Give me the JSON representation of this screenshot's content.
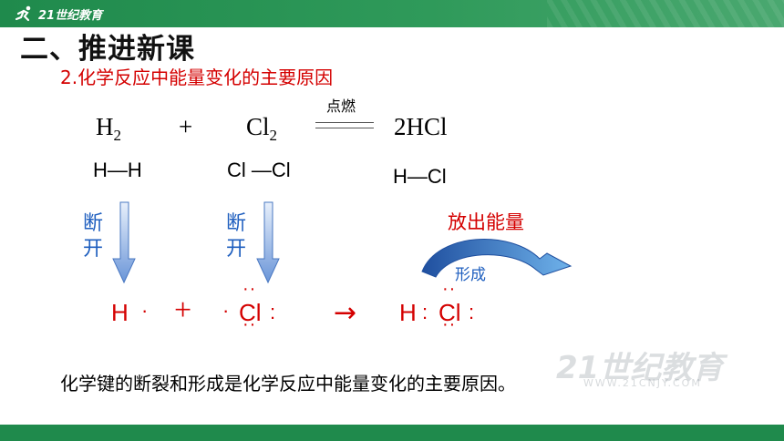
{
  "header": {
    "logo_text": "21世纪教育"
  },
  "slide": {
    "title": "二、推进新课",
    "subtitle": "2.化学反应中能量变化的主要原因",
    "equation": {
      "reactant1": "H",
      "reactant1_sub": "2",
      "plus": "+",
      "reactant2": "Cl",
      "reactant2_sub": "2",
      "condition": "点燃",
      "product": "2HCl"
    },
    "bonds": {
      "h2": "H—H",
      "cl2": "Cl —Cl",
      "hcl": "H—Cl"
    },
    "break_label_1": [
      "断",
      "开"
    ],
    "break_label_2": [
      "断",
      "开"
    ],
    "release_energy": "放出能量",
    "form_label": "形成",
    "electron": {
      "h_atom": "H",
      "plus": "+",
      "cl_atom": "Cl",
      "arrow": "→",
      "product_h": "H",
      "product_cl": "Cl"
    },
    "conclusion": "化学键的断裂和形成是化学反应中能量变化的主要原因。"
  },
  "watermark": {
    "text": "21世纪教育",
    "sub": "WWW.21CNJY.COM"
  },
  "colors": {
    "accent_green": "#1f8a4c",
    "red": "#d40000",
    "blue": "#1f5fbf"
  }
}
